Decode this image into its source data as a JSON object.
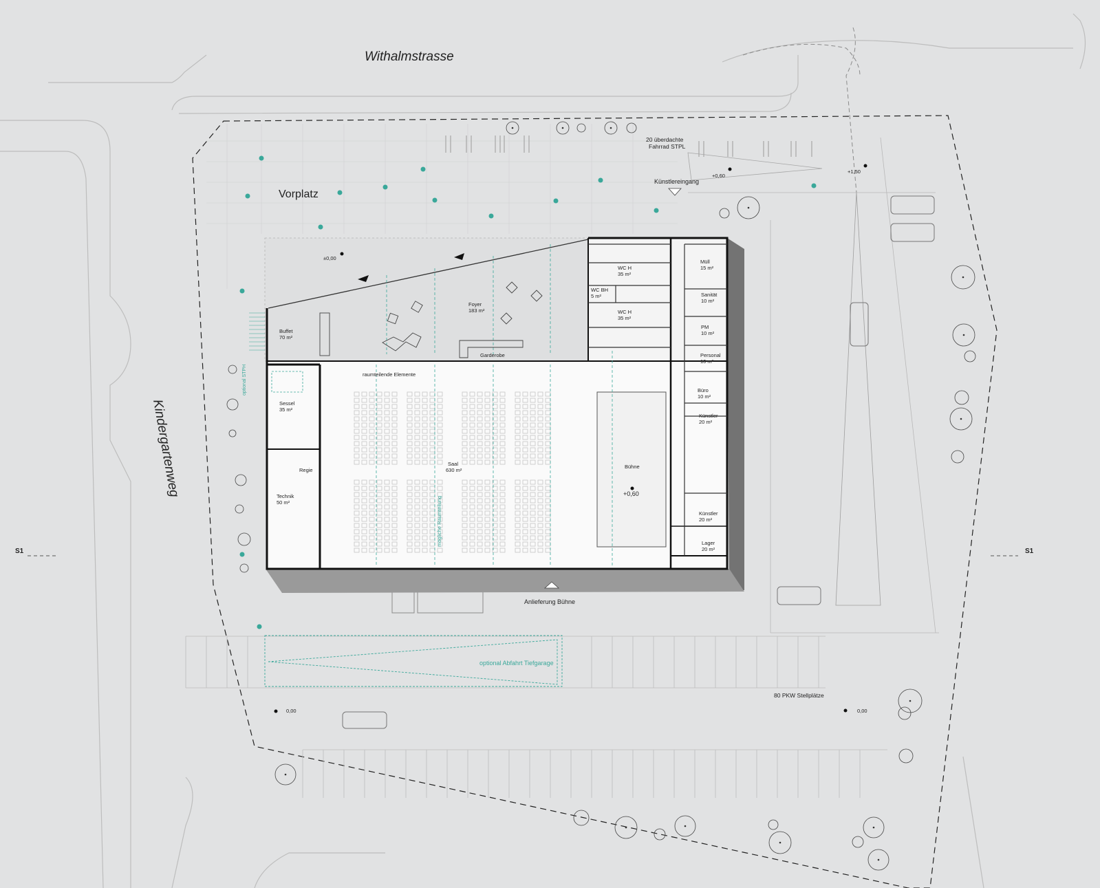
{
  "streets": {
    "north": "Withalmstrasse",
    "west": "Kindergartenweg"
  },
  "areas": {
    "vorplatz": "Vorplatz",
    "bike_line1": "20 überdachte",
    "bike_line2": "Fahrrad STPL",
    "artist_entrance": "Künstlereingang",
    "delivery": "Anlieferung Bühne",
    "garage": "optional Abfahrt Tiefgarage",
    "parking": "80 PKW Stellplätze",
    "optional_stph": "optional STPH"
  },
  "levels": {
    "plaza": "±0,00",
    "artist": "+0,60",
    "east": "+1,50",
    "stage": "+0,60",
    "sw": "0,00",
    "se": "0,00"
  },
  "section_marker": "S1",
  "rooms": {
    "foyer": {
      "name": "Foyer",
      "area": "183 m²"
    },
    "buffet": {
      "name": "Buffet",
      "area": "70 m²"
    },
    "garderobe": {
      "name": "Garderobe"
    },
    "raumteilend": {
      "name": "raumteilende Elemente"
    },
    "wc_h1": {
      "name": "WC H",
      "area": "35 m²"
    },
    "wc_bh": {
      "name": "WC BH",
      "area": "5 m²"
    },
    "wc_h2": {
      "name": "WC H",
      "area": "35 m²"
    },
    "muell": {
      "name": "Müll",
      "area": "15 m²"
    },
    "sanitaet": {
      "name": "Sanität",
      "area": "10 m²"
    },
    "pm": {
      "name": "PM",
      "area": "10 m²"
    },
    "personal": {
      "name": "Personal",
      "area": "10 m²"
    },
    "buero": {
      "name": "Büro",
      "area": "10 m²"
    },
    "kuenstler1": {
      "name": "Künstler",
      "area": "20 m²"
    },
    "kuenstler2": {
      "name": "Künstler",
      "area": "20 m²"
    },
    "lager": {
      "name": "Lager",
      "area": "20 m²"
    },
    "sessel": {
      "name": "Sessel",
      "area": "35 m²"
    },
    "regie": {
      "name": "Regie"
    },
    "technik": {
      "name": "Technik",
      "area": "50 m²"
    },
    "saal": {
      "name": "Saal",
      "area": "630 m²"
    },
    "raumteilung": {
      "name": "mögliche Raumteilung"
    },
    "buehne": {
      "name": "Bühne"
    }
  },
  "colors": {
    "background": "#e1e2e3",
    "building": "#fafafa",
    "wall": "#111111",
    "accent": "#3aa89a",
    "line": "#9a9a9a"
  }
}
